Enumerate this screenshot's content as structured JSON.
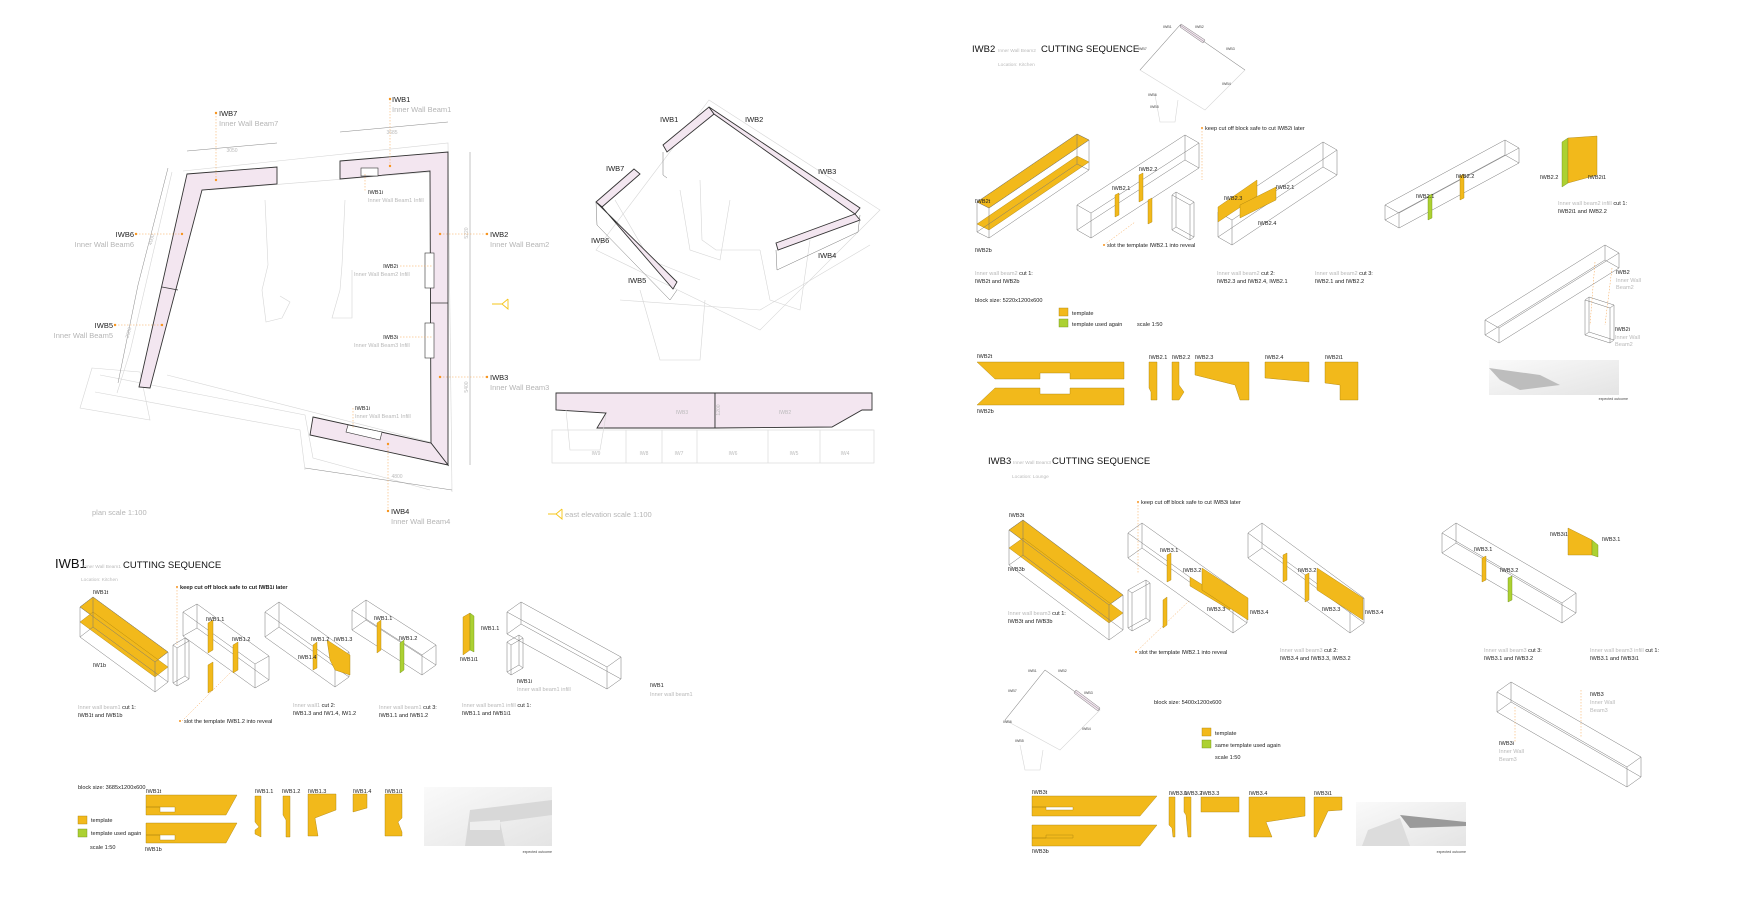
{
  "colors": {
    "template": "#f2b91b",
    "template_again": "#acd132",
    "wall": "#f3e6f0",
    "leader": "#f7941d"
  },
  "plan": {
    "beams": [
      {
        "id": "IWB1",
        "name": "Inner Wall Beam1"
      },
      {
        "id": "IWB2",
        "name": "Inner Wall Beam2"
      },
      {
        "id": "IWB3",
        "name": "Inner Wall Beam3"
      },
      {
        "id": "IWB4",
        "name": "Inner Wall Beam4"
      },
      {
        "id": "IWB5",
        "name": "Inner Wall Beam5"
      },
      {
        "id": "IWB6",
        "name": "Inner Wall Beam6"
      },
      {
        "id": "IWB7",
        "name": "Inner Wall Beam7"
      }
    ],
    "infills": [
      {
        "id": "IWB1i",
        "name": "Inner Wall Beam1 Infill"
      },
      {
        "id": "IWB2i",
        "name": "Inner Wall Beam2 Infill"
      },
      {
        "id": "IWB3i",
        "name": "Inner Wall Beam3 Infill"
      },
      {
        "id": "IWB1i",
        "name": "Inner Wall Beam1 Infill"
      }
    ],
    "dimensions": [
      "3685",
      "3050",
      "4000",
      "3000",
      "5220",
      "5400",
      "4800"
    ],
    "scale": "plan scale 1:100"
  },
  "iso": {
    "labels": [
      "IWB1",
      "IWB2",
      "IWB3",
      "IWB4",
      "IWB5",
      "IWB6",
      "IWB7"
    ]
  },
  "elevation": {
    "beams": [
      "IWB3",
      "IWB2"
    ],
    "walls": [
      "IW9",
      "IW8",
      "IW7",
      "IW6",
      "IW5",
      "IW4"
    ],
    "height": "1200",
    "scale": "east elevation scale 1:100"
  },
  "legend": {
    "template": "template",
    "again": "template used again",
    "same_again": "same template used again",
    "scale": "scale 1:50",
    "outcome": "expected outcome"
  },
  "iwb1": {
    "id": "IWB1",
    "subtitle": "Inner Wall Beam1",
    "heading": "CUTTING SEQUENCE",
    "location": "Location: Kitchen",
    "note_keep": "keep cut off block safe to cut IWB1i later",
    "note_slot": "slot the template IWB1.2 into reveal",
    "steps": [
      {
        "pre": "Inner wall beam1",
        "cut": "cut 1:",
        "parts": "IWB1t and IWB1b"
      },
      {
        "pre": "Inner wall1",
        "cut": "cut 2:",
        "parts": "IWB1.3 and IW1.4, IW1.2"
      },
      {
        "pre": "Inner wall beam1",
        "cut": "cut 3:",
        "parts": "IWB1.1 and IWB1.2"
      },
      {
        "pre": "Inner wall beam1 infill",
        "cut": "cut 1:",
        "parts": "IWB1.1 and IWB1i1"
      }
    ],
    "diagram_labels": {
      "t": "IWB1t",
      "b": "IW1b",
      "p11": "IWB1.1",
      "p12": "IWB1.2",
      "p13": "IWB1.3",
      "p14": "IWB1.4",
      "i1": "IWB1i1",
      "i": "IWB1i",
      "i_name": "Inner wall beam1 infill",
      "beam": "IWB1",
      "beam_name": "Inner wall beam1"
    },
    "block_size": "block size: 3685x1200x600",
    "profiles": [
      "IWB1t",
      "IWB1b",
      "IWB1.1",
      "IWB1.2",
      "IWB1.3",
      "IWB1.4",
      "IWB1i1"
    ]
  },
  "iwb2": {
    "id": "IWB2",
    "subtitle": "Inner Wall Beam2",
    "heading": "CUTTING SEQUENCE",
    "location": "Location: Kitchen",
    "note_keep": "keep cut off block safe to cut IWB2i later",
    "note_slot": "slot the template IWB2.1 into reveal",
    "steps": [
      {
        "pre": "Inner wall beam2",
        "cut": "cut 1:",
        "parts": "IWB2t and IWB2b"
      },
      {
        "pre": "Inner wall beam2",
        "cut": "cut 2:",
        "parts": "IWB2.3 and IWB2.4, IWB2.1"
      },
      {
        "pre": "Inner wall beam2",
        "cut": "cut 3:",
        "parts": "IWB2.1 and IWB2.2"
      },
      {
        "pre": "Inner wall beam2 infill",
        "cut": "cut 1:",
        "parts": "IWB2i1 and IWB2.2"
      }
    ],
    "diagram_labels": {
      "t": "IWB2t",
      "b": "IWB2b",
      "p21": "IWB2.1",
      "p22": "IWB2.2",
      "p23": "IWB2.3",
      "p24": "IWB2.4",
      "i1": "IWB2i1",
      "beam": "IWB2",
      "i": "IWB2i",
      "name_a": "Inner Wall",
      "name_b": "Beam2"
    },
    "block_size": "block size: 5220x1200x600",
    "profiles": [
      "IWB2t",
      "IWB2b",
      "IWB2.1",
      "IWB2.2",
      "IWB2.3",
      "IWB2.4",
      "IWB2i1"
    ]
  },
  "iwb3": {
    "id": "IWB3",
    "subtitle": "Inner Wall Beam3",
    "heading": "CUTTING SEQUENCE",
    "location": "Location: Lounge",
    "note_keep": "keep cut off block safe to cut IWB3i later",
    "note_slot": "slot the template IWB2.1 into reveal",
    "steps": [
      {
        "pre": "Inner wall beam3",
        "cut": "cut 1:",
        "parts": "IWB3t and IWB3b"
      },
      {
        "pre": "Inner wall beam3",
        "cut": "cut 2:",
        "parts": "IWB3.4 and IWB3.3, IWB3.2"
      },
      {
        "pre": "Inner wall beam3",
        "cut": "cut 3:",
        "parts": "IWB3.1 and IWB3.2"
      },
      {
        "pre": "Inner wall beam3 infill",
        "cut": "cut 1:",
        "parts": "IWB3.1 and IWB3i1"
      }
    ],
    "diagram_labels": {
      "t": "IWB3t",
      "b": "IWB3b",
      "p31": "IWB3.1",
      "p32": "IWB3.2",
      "p33": "IWB3.3",
      "p34": "IWB3.4",
      "i1": "IWB3i1",
      "beam": "IWB3",
      "i": "IWB3i",
      "name_a": "Inner Wall",
      "name_b": "Beam3"
    },
    "block_size": "block size: 5400x1200x600",
    "profiles": [
      "IWB3t",
      "IWB3b",
      "IWB3.1",
      "IWB3.2",
      "IWB3.3",
      "IWB3.4",
      "IWB3i1"
    ]
  }
}
